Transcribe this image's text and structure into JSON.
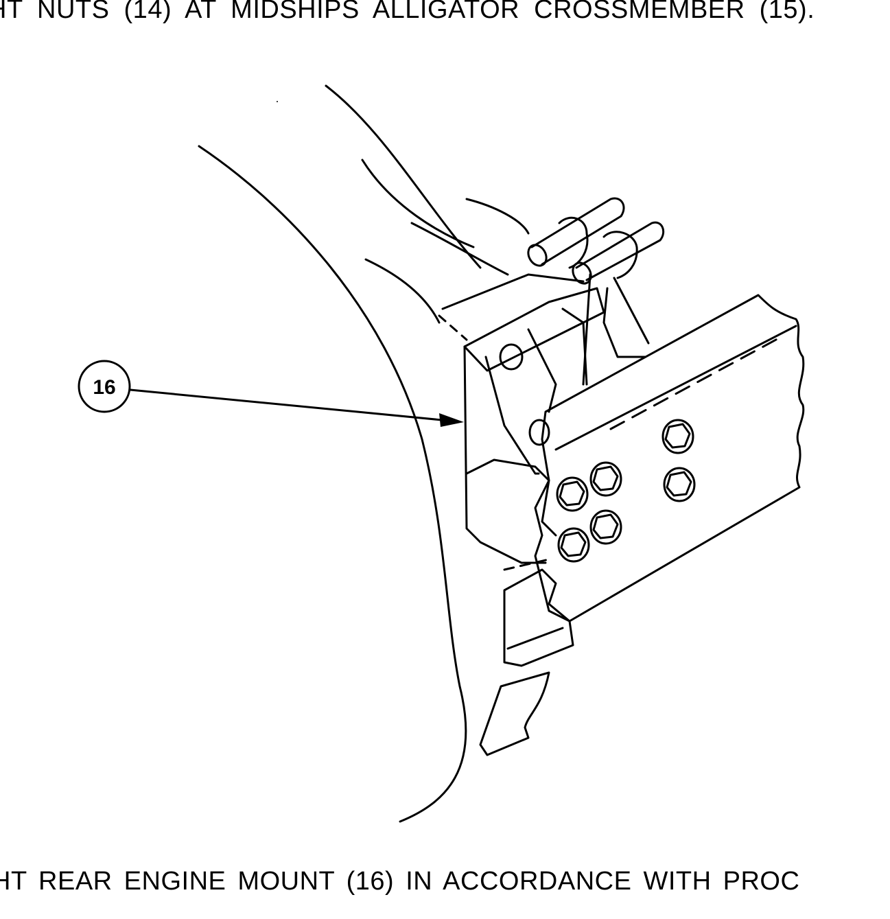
{
  "instructions": {
    "top_line": "HT NUTS (14) AT  MIDSHIPS  ALLIGATOR  CROSSMEMBER  (15).",
    "bottom_line": "HT REAR ENGINE MOUNT (16) IN ACCORDANCE WITH PROC"
  },
  "figure": {
    "callouts": [
      {
        "number": "16"
      }
    ]
  },
  "colors": {
    "ink": "#000000",
    "paper": "#ffffff"
  }
}
